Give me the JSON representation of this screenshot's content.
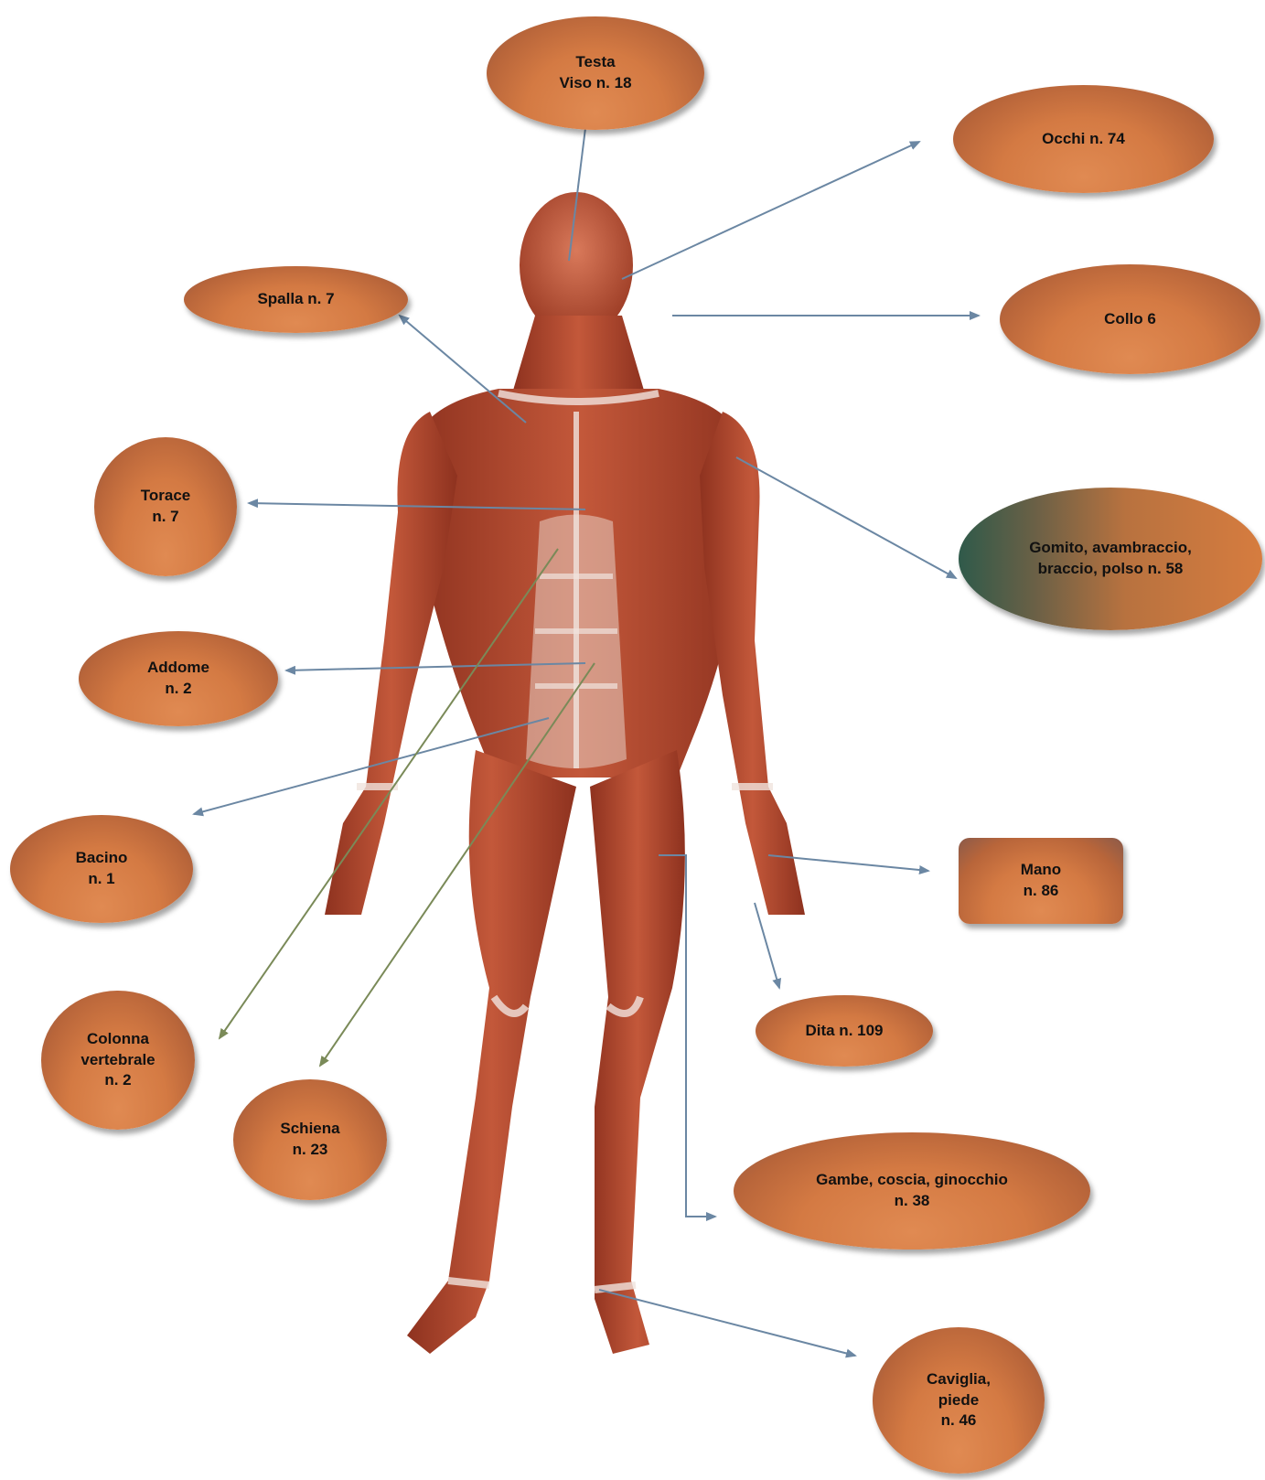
{
  "colors": {
    "muscle": "#b0452c",
    "muscle_dark": "#7a2617",
    "tendon": "#f1e4de",
    "label_fill": "#d47a43",
    "arrow_blue": "#6b87a3",
    "arrow_green": "#7a8a58"
  },
  "labels": {
    "testa": "Testa\nViso n. 18",
    "occhi": "Occhi n. 74",
    "spalla": "Spalla n. 7",
    "collo": "Collo 6",
    "torace": "Torace\nn. 7",
    "gomito": "Gomito, avambraccio,\nbraccio, polso n. 58",
    "addome": "Addome\nn. 2",
    "bacino": "Bacino\nn. 1",
    "mano": "Mano\nn. 86",
    "dita": "Dita n. 109",
    "colonna": "Colonna\nvertebrale\nn. 2",
    "schiena": "Schiena\nn. 23",
    "gambe": "Gambe, coscia,  ginocchio\nn. 38",
    "caviglia": "Caviglia,\npiede\nn. 46"
  }
}
